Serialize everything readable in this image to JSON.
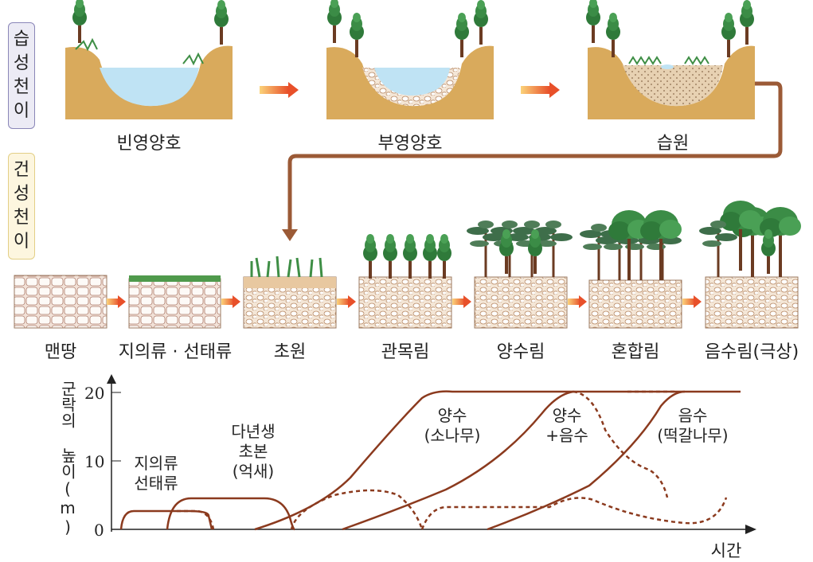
{
  "side_labels": {
    "wet": [
      "습성",
      "천이"
    ],
    "dry": [
      "건성",
      "천이"
    ]
  },
  "wet_stages": [
    "빈영양호",
    "부영양호",
    "습원"
  ],
  "dry_stages": [
    "맨땅",
    "지의류 · 선태류",
    "초원",
    "관목림",
    "양수림",
    "혼합림",
    "음수림(극상)"
  ],
  "chart_data": {
    "type": "line",
    "ylabel": "군락의 높이(m)",
    "xlabel": "시간",
    "y_ticks": [
      "0",
      "10",
      "20"
    ],
    "ylim": [
      0,
      22
    ],
    "annotations": [
      {
        "lines": [
          "지의류",
          "선태류"
        ]
      },
      {
        "lines": [
          "다년생",
          "초본",
          "(억새)"
        ]
      },
      {
        "lines": [
          "양수",
          "(소나무)"
        ]
      },
      {
        "lines": [
          "양수",
          "+음수"
        ]
      },
      {
        "lines": [
          "음수",
          "(떡갈나무)"
        ]
      }
    ]
  },
  "colors": {
    "soil": "#d9aa5c",
    "water": "#bfe3f4",
    "tree": "#2f7a3a",
    "trunk": "#6b3b22",
    "arrow": "#e8602a",
    "connector": "#9b5a36",
    "curve": "#8b3a1e"
  }
}
